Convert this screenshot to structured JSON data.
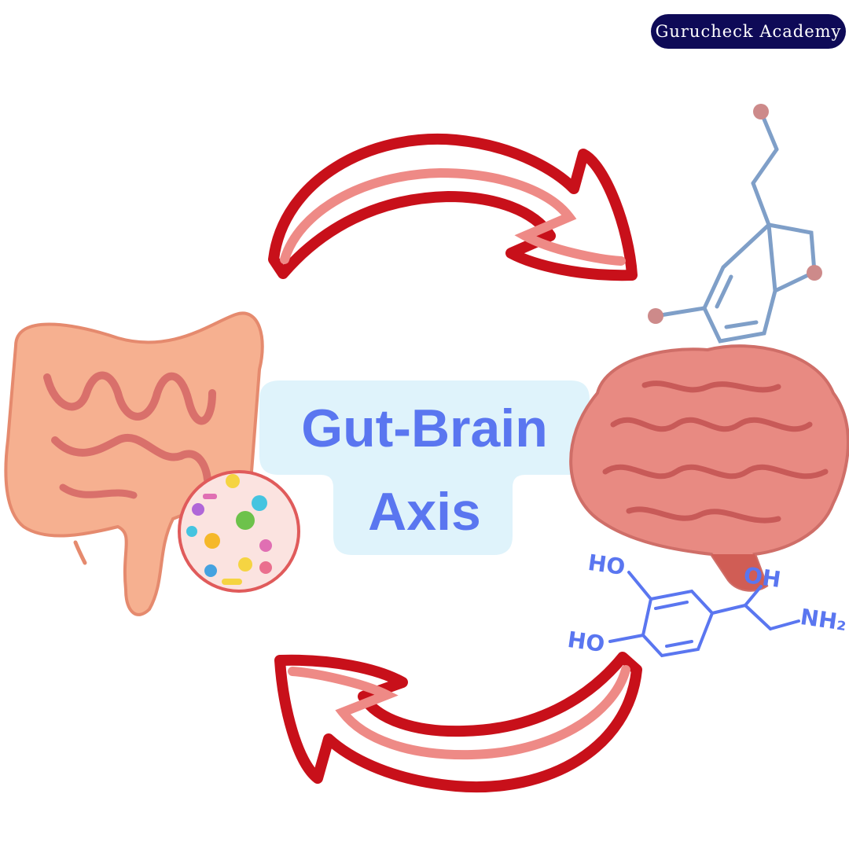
{
  "brand": {
    "name": "Gurucheck Academy"
  },
  "title": {
    "line1": "Gut-Brain",
    "line2": "Axis"
  },
  "adrenaline_labels": {
    "ho_top": "HO",
    "ho_bottom": "HO",
    "oh": "OH",
    "nh2": "NH₂"
  },
  "colors": {
    "arrow_outline": "#c8101a",
    "arrow_fill": "#ffffff",
    "arrow_highlight": "#ee8a86",
    "title_text": "#5a76f0",
    "title_bubble": "#dff3fb",
    "brand_badge": "#0e0a57",
    "serotonin_bond": "#7f9fc8",
    "serotonin_atom": "#cd8a8a",
    "adrenaline": "#5a76f0",
    "brain": "#e88a82",
    "gut": "#f2a38a"
  },
  "icons": [
    "intestine-illustration",
    "microbiome-icon",
    "brain-illustration",
    "serotonin-molecule",
    "adrenaline-molecule",
    "cycle-arrow-top",
    "cycle-arrow-bottom"
  ]
}
